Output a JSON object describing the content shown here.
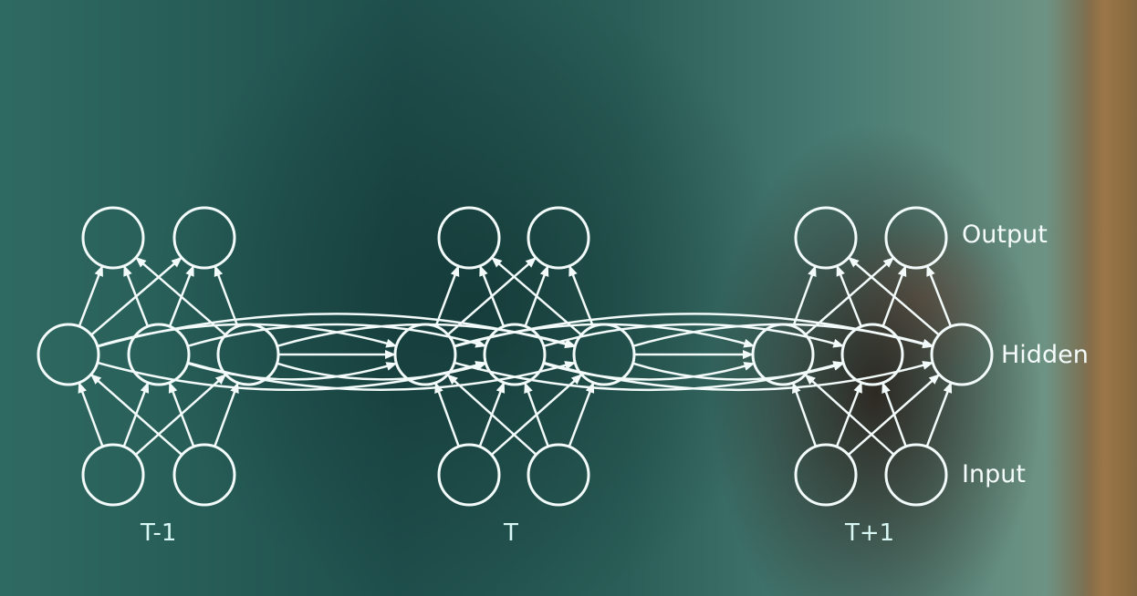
{
  "layer_labels": {
    "output": "Output",
    "hidden": "Hidden",
    "input": "Input"
  },
  "time_labels": [
    "T-1",
    "T",
    "T+1"
  ],
  "colors": {
    "stroke": "#f2fbfa",
    "background": "#2f5f58"
  }
}
